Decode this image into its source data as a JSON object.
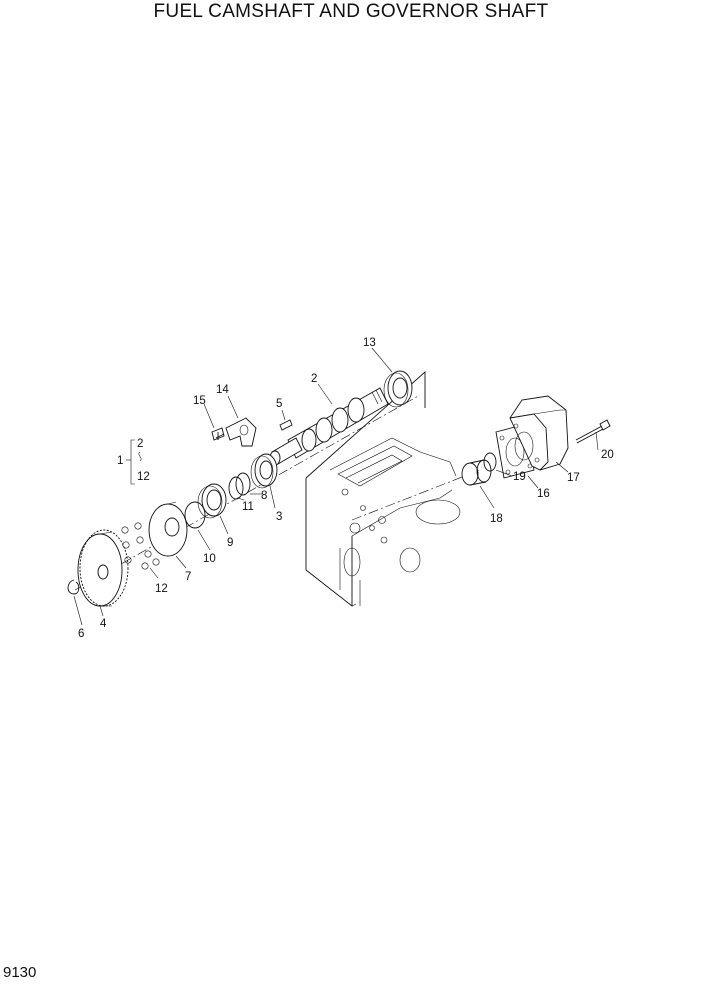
{
  "title": "FUEL CAMSHAFT AND GOVERNOR SHAFT",
  "page_number": "9130",
  "callouts": {
    "c1": "1",
    "c2": "2",
    "c2b": "2",
    "c3": "3",
    "c4": "4",
    "c5": "5",
    "c6": "6",
    "c7": "7",
    "c8": "8",
    "c9": "9",
    "c10": "10",
    "c11": "11",
    "c12": "12",
    "c12b": "12",
    "c13": "13",
    "c14": "14",
    "c15": "15",
    "c16": "16",
    "c17": "17",
    "c18": "18",
    "c19": "19",
    "c20": "20"
  }
}
